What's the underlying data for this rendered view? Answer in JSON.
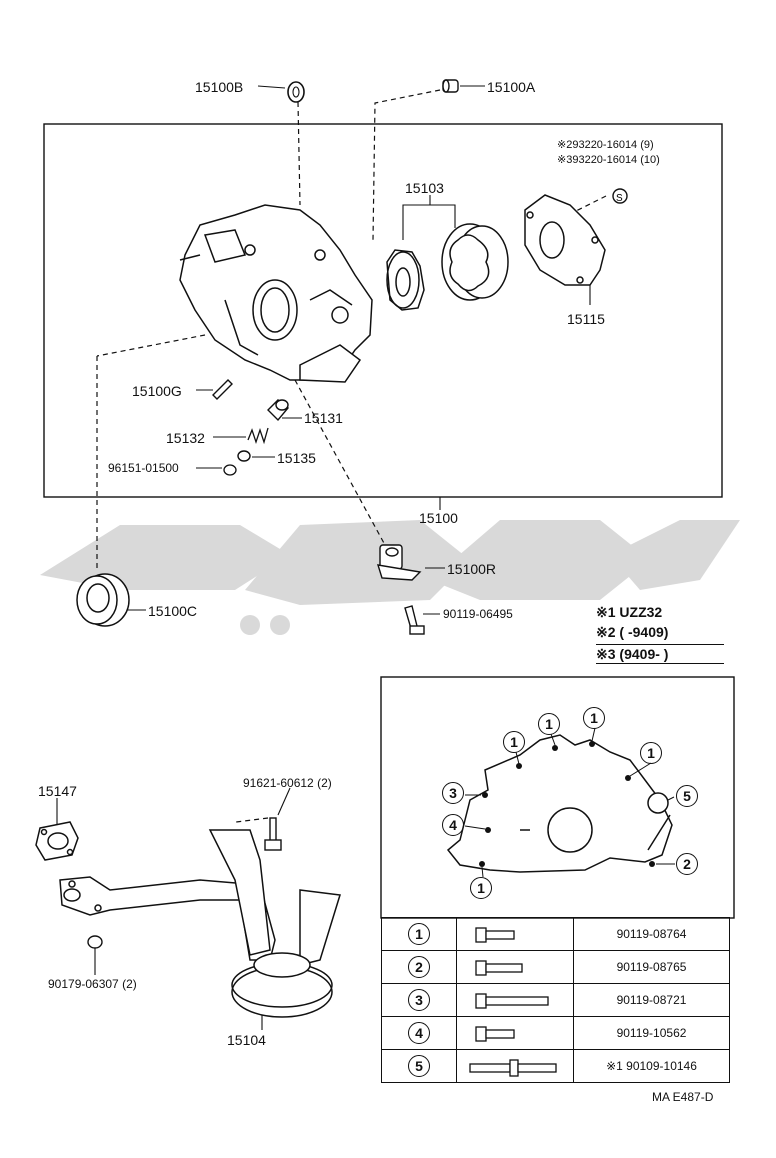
{
  "parts": {
    "p15100B": "15100B",
    "p15100A": "15100A",
    "p15103": "15103",
    "note_s2": "※293220-16014 (9)",
    "note_s3": "※393220-16014 (10)",
    "p15115": "15115",
    "p15100G": "15100G",
    "p15131": "15131",
    "p15132": "15132",
    "p15135": "15135",
    "p96151": "96151-01500",
    "p15100": "15100",
    "p15100R": "15100R",
    "p15100C": "15100C",
    "p90119_06495": "90119-06495",
    "p15147": "15147",
    "p91621": "91621-60612 (2)",
    "p90179": "90179-06307 (2)",
    "p15104": "15104"
  },
  "legend": [
    {
      "mark": "※1",
      "text": "UZZ32"
    },
    {
      "mark": "※2",
      "text": "(        -9409)"
    },
    {
      "mark": "※3",
      "text": "(9409-         )"
    }
  ],
  "callouts": {
    "c1": "1",
    "c2": "2",
    "c3": "3",
    "c4": "4",
    "c5": "5"
  },
  "bolt_table": [
    {
      "num": "1",
      "part": "90119-08764"
    },
    {
      "num": "2",
      "part": "90119-08765"
    },
    {
      "num": "3",
      "part": "90119-08721"
    },
    {
      "num": "4",
      "part": "90119-10562"
    },
    {
      "num": "5",
      "part": "※1  90109-10146"
    }
  ],
  "footer_code": "MA E487-D"
}
